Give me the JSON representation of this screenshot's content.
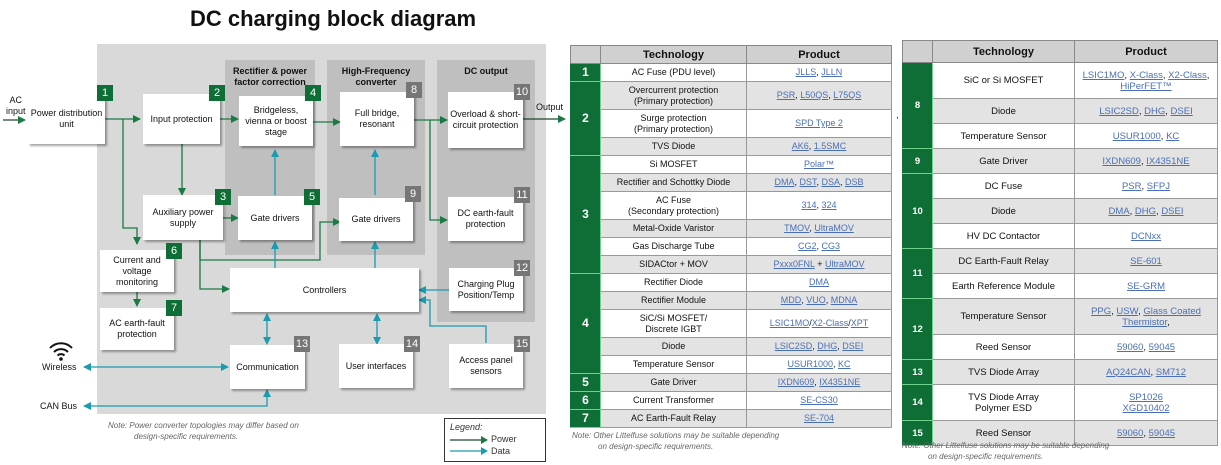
{
  "title": "DC charging block diagram",
  "colors": {
    "power": "#1b7a44",
    "data": "#1a9bb0",
    "badge_green": "#0e6e35",
    "badge_grey": "#767676",
    "link": "#4a6fb5"
  },
  "diagram": {
    "external": {
      "ac_input": "AC\ninput",
      "output": "Output",
      "wireless": "Wireless",
      "can_bus": "CAN Bus",
      "wireless_icon": "wifi-icon"
    },
    "panels": {
      "rectifier": "Rectifier & power factor correction",
      "hf_converter": "High-Frequency converter",
      "dc_output": "DC output"
    },
    "blocks": [
      {
        "id": "1",
        "label": "Power distribution unit",
        "badge": "green"
      },
      {
        "id": "2",
        "label": "Input protection",
        "badge": "green"
      },
      {
        "id": "3",
        "label": "Auxiliary power supply",
        "badge": "green"
      },
      {
        "id": "4",
        "label": "Bridgeless, vienna or boost stage",
        "badge": "green"
      },
      {
        "id": "5",
        "label": "Gate drivers",
        "badge": "green"
      },
      {
        "id": "6",
        "label": "Current and voltage monitoring",
        "badge": "green"
      },
      {
        "id": "7",
        "label": "AC earth-fault protection",
        "badge": "green"
      },
      {
        "id": "8",
        "label": "Full bridge, resonant",
        "badge": "grey"
      },
      {
        "id": "9",
        "label": "Gate drivers",
        "badge": "grey"
      },
      {
        "id": "10",
        "label": "Overload & short-circuit protection",
        "badge": "grey"
      },
      {
        "id": "11",
        "label": "DC earth-fault protection",
        "badge": "grey"
      },
      {
        "id": "12",
        "label": "Charging Plug Position/Temp",
        "badge": "grey"
      },
      {
        "id": "13",
        "label": "Communication",
        "badge": "grey"
      },
      {
        "id": "14",
        "label": "User interfaces",
        "badge": "grey"
      },
      {
        "id": "15",
        "label": "Access panel sensors",
        "badge": "grey"
      },
      {
        "id": "",
        "label": "Controllers",
        "badge": "none"
      }
    ],
    "note_prefix": "Note:",
    "note_line1": "Power converter topologies may differ based on",
    "note_line2": "design-specific requirements.",
    "legend": {
      "title": "Legend:",
      "power": "Power",
      "data": "Data"
    }
  },
  "table_headers": {
    "technology": "Technology",
    "product": "Product"
  },
  "table1": {
    "groups": [
      {
        "num": "1",
        "rows": [
          {
            "tech": "AC Fuse (PDU level)",
            "products": [
              "JLLS",
              "JLLN"
            ],
            "sep": ", "
          }
        ]
      },
      {
        "num": "2",
        "rows": [
          {
            "tech": "Overcurrent protection\n(Primary protection)",
            "products": [
              "PSR",
              "L50QS",
              "L75QS"
            ],
            "sep": ", "
          },
          {
            "tech": "Surge protection\n(Primary protection)",
            "products": [
              "SPD Type 2"
            ],
            "sep": ", "
          },
          {
            "tech": "TVS Diode",
            "products": [
              "AK6",
              "1.5SMC"
            ],
            "sep": ", "
          }
        ]
      },
      {
        "num": "3",
        "rows": [
          {
            "tech": "Si MOSFET",
            "products": [
              "Polar™"
            ],
            "sep": ", "
          },
          {
            "tech": "Rectifier and Schottky Diode",
            "products": [
              "DMA",
              "DST",
              "DSA",
              "DSB"
            ],
            "sep": ", "
          },
          {
            "tech": "AC Fuse\n(Secondary protection)",
            "products": [
              "314",
              "324"
            ],
            "sep": ", "
          },
          {
            "tech": "Metal-Oxide Varistor",
            "products": [
              "TMOV",
              "UltraMOV"
            ],
            "sep": ", "
          },
          {
            "tech": "Gas Discharge Tube",
            "products": [
              "CG2",
              "CG3"
            ],
            "sep": ", "
          },
          {
            "tech": "SIDACtor + MOV",
            "products": [
              "Pxxx0FNL",
              "UltraMOV"
            ],
            "sep": " + "
          }
        ]
      },
      {
        "num": "4",
        "rows": [
          {
            "tech": "Rectifier Diode",
            "products": [
              "DMA"
            ],
            "sep": ", "
          },
          {
            "tech": "Rectifier Module",
            "products": [
              "MDD",
              "VUO",
              "MDNA"
            ],
            "sep": ", "
          },
          {
            "tech": "SiC/Si MOSFET/\nDiscrete IGBT",
            "products": [
              "LSIC1MO",
              "X2-Class",
              "XPT"
            ],
            "sep": "/"
          },
          {
            "tech": "Diode",
            "products": [
              "LSIC2SD",
              "DHG",
              "DSEI"
            ],
            "sep": ", "
          },
          {
            "tech": "Temperature Sensor",
            "products": [
              "USUR1000",
              "KC"
            ],
            "sep": ", "
          }
        ]
      },
      {
        "num": "5",
        "rows": [
          {
            "tech": "Gate Driver",
            "products": [
              "IXDN609",
              "IX4351NE"
            ],
            "sep": ", "
          }
        ]
      },
      {
        "num": "6",
        "rows": [
          {
            "tech": "Current Transformer",
            "products": [
              "SE-CS30"
            ],
            "sep": ", "
          }
        ]
      },
      {
        "num": "7",
        "rows": [
          {
            "tech": "AC Earth-Fault Relay",
            "products": [
              "SE-704"
            ],
            "sep": ", "
          }
        ]
      }
    ],
    "note_prefix": "Note:",
    "note_line1": "Other Littelfuse solutions may be suitable depending",
    "note_line2": "on design-specific requirements."
  },
  "table2": {
    "groups": [
      {
        "num": "8",
        "rows": [
          {
            "tech": "SiC or Si MOSFET",
            "products": [
              "LSIC1MO",
              "X-Class",
              "X2-Class",
              "HiPerFET™"
            ],
            "sep": ", "
          },
          {
            "tech": "Diode",
            "products": [
              "LSIC2SD",
              "DHG",
              "DSEI"
            ],
            "sep": ", "
          },
          {
            "tech": "Temperature Sensor",
            "products": [
              "USUR1000",
              "KC"
            ],
            "sep": ", "
          }
        ]
      },
      {
        "num": "9",
        "rows": [
          {
            "tech": "Gate Driver",
            "products": [
              "IXDN609",
              "IX4351NE"
            ],
            "sep": ", "
          }
        ]
      },
      {
        "num": "10",
        "rows": [
          {
            "tech": "DC Fuse",
            "products": [
              "PSR",
              "SFPJ"
            ],
            "sep": ", "
          },
          {
            "tech": "Diode",
            "products": [
              "DMA",
              "DHG",
              "DSEI"
            ],
            "sep": ", "
          },
          {
            "tech": "HV DC Contactor",
            "products": [
              "DCNxx"
            ],
            "sep": ", "
          }
        ]
      },
      {
        "num": "11",
        "rows": [
          {
            "tech": "DC Earth-Fault Relay",
            "products": [
              "SE-601"
            ],
            "sep": ", "
          },
          {
            "tech": "Earth Reference Module",
            "products": [
              "SE-GRM"
            ],
            "sep": ", "
          }
        ]
      },
      {
        "num": "12",
        "rows": [
          {
            "tech": "Temperature Sensor",
            "products": [
              "PPG",
              "USW",
              "Glass Coated Thermistor"
            ],
            "sep": ", ",
            "trailing": ","
          },
          {
            "tech": "Reed Sensor",
            "products": [
              "59060",
              "59045"
            ],
            "sep": ", "
          }
        ]
      },
      {
        "num": "13",
        "rows": [
          {
            "tech": "TVS Diode Array",
            "products": [
              "AQ24CAN",
              "SM712"
            ],
            "sep": ", "
          }
        ]
      },
      {
        "num": "14",
        "rows": [
          {
            "tech": "TVS Diode Array\nPolymer ESD",
            "products": [
              "SP1026",
              "XGD10402"
            ],
            "sep": "\n"
          }
        ]
      },
      {
        "num": "15",
        "rows": [
          {
            "tech": "Reed Sensor",
            "products": [
              "59060",
              "59045"
            ],
            "sep": ", "
          }
        ]
      }
    ],
    "note_prefix": "Note:",
    "note_line1": "Other Littelfuse solutions may be suitable depending",
    "note_line2": "on design-specific requirements."
  }
}
